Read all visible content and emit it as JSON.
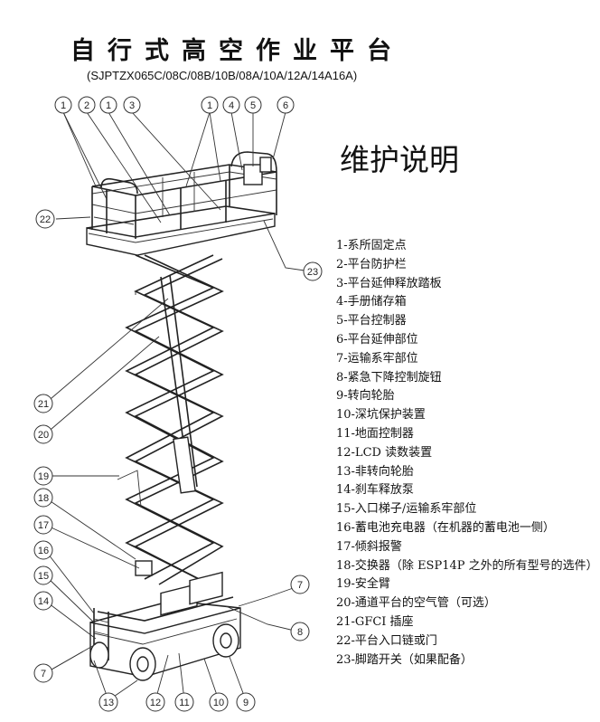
{
  "document": {
    "title": "自行式高空作业平台",
    "models": "(SJPTZX065C/08C/08B/10B/08A/10A/12A/14A16A)",
    "heading": "维护说明"
  },
  "legend": [
    "1-系所固定点",
    "2-平台防护栏",
    "3-平台延伸释放踏板",
    "4-手册储存箱",
    "5-平台控制器",
    "6-平台延伸部位",
    "7-运输系牢部位",
    "8-紧急下降控制旋钮",
    "9-转向轮胎",
    "10-深坑保护装置",
    "11-地面控制器",
    "12-LCD 读数装置",
    "13-非转向轮胎",
    "14-刹车释放泵",
    "15-入口梯子/运输系牢部位",
    "16-蓄电池充电器（在机器的蓄电池一侧）",
    "17-倾斜报警",
    "18-交换器（除 ESP14P 之外的所有型号的选件）",
    "19-安全臂",
    "20-通道平台的空气管（可选）",
    "21-GFCI 插座",
    "22-平台入口链或门",
    "23-脚踏开关（如果配备）"
  ],
  "callouts": [
    "1",
    "2",
    "1",
    "3",
    "1",
    "4",
    "5",
    "6",
    "22",
    "23",
    "21",
    "20",
    "19",
    "18",
    "17",
    "16",
    "15",
    "14",
    "7",
    "7",
    "8",
    "13",
    "12",
    "11",
    "10",
    "9"
  ]
}
